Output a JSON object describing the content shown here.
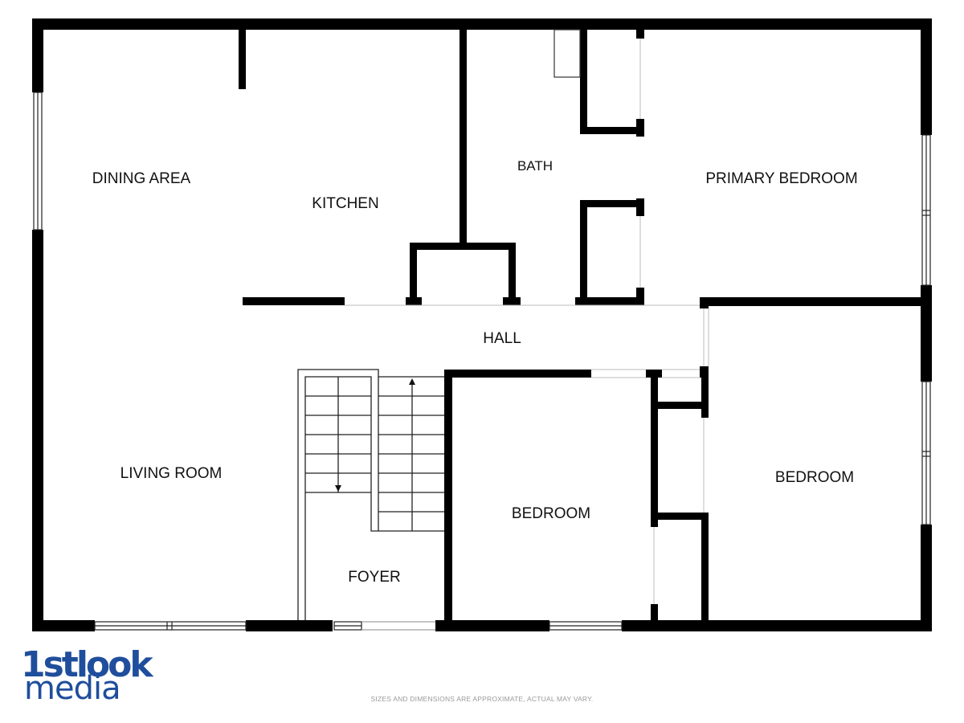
{
  "rooms": {
    "dining_area": "DINING AREA",
    "kitchen": "KITCHEN",
    "bath": "BATH",
    "primary_bedroom": "PRIMARY BEDROOM",
    "hall": "HALL",
    "living_room": "LIVING ROOM",
    "foyer": "FOYER",
    "bedroom_center": "BEDROOM",
    "bedroom_right": "BEDROOM"
  },
  "disclaimer": "SIZES AND DIMENSIONS ARE APPROXIMATE, ACTUAL MAY VARY.",
  "logo": {
    "top": "1stlook",
    "bottom": "media"
  },
  "colors": {
    "wall": "#000000",
    "logo_blue": "#1f4e9c",
    "disclaimer_gray": "#9a9a9a"
  }
}
